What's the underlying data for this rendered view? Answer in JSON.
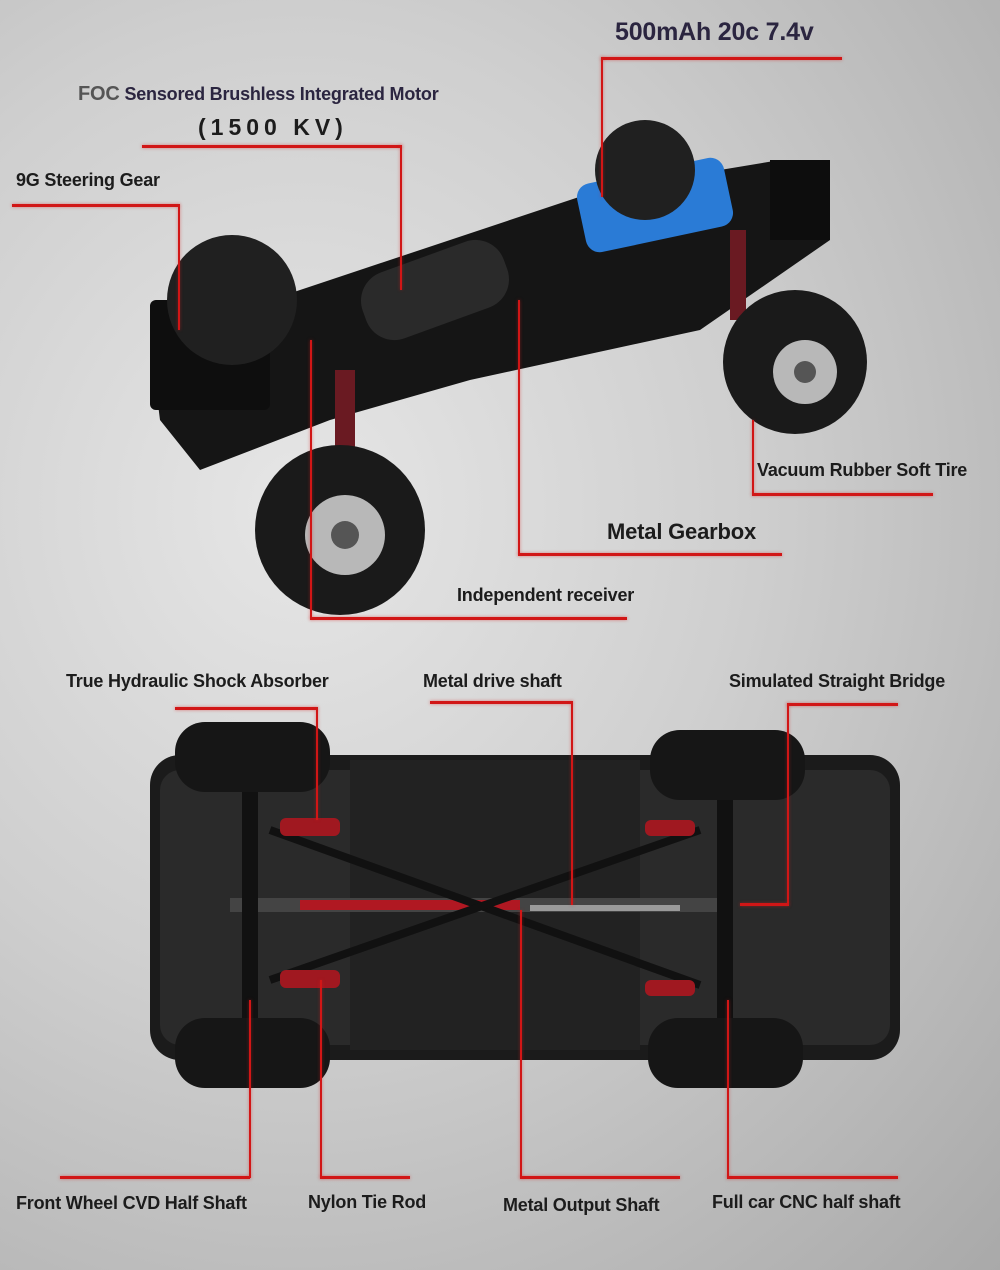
{
  "top_view": {
    "battery": "500mAh 20c 7.4v",
    "motor_prefix": "FOC",
    "motor": "Sensored Brushless Integrated Motor",
    "motor_kv": "(1500 KV)",
    "steering": "9G Steering Gear",
    "tire": "Vacuum Rubber Soft Tire",
    "gearbox": "Metal Gearbox",
    "receiver": "Independent receiver"
  },
  "bottom_view": {
    "shock": "True Hydraulic Shock Absorber",
    "drive_shaft": "Metal drive shaft",
    "bridge": "Simulated Straight Bridge",
    "cvd": "Front Wheel CVD Half Shaft",
    "tie_rod": "Nylon Tie Rod",
    "output_shaft": "Metal Output Shaft",
    "cnc": "Full car CNC half shaft"
  },
  "colors": {
    "accent_line": "#d11616",
    "battery": "#2a7bd6",
    "text": "#1c1c1c",
    "title": "#2b2540"
  }
}
